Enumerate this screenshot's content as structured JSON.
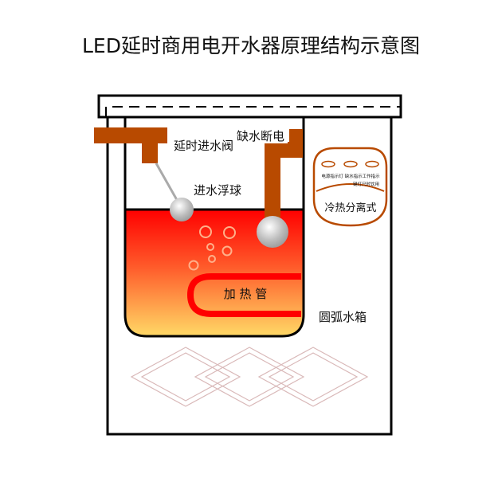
{
  "title": "LED延时商用电开水器原理结构示意图",
  "labels": {
    "delay_valve": "延时进水阀",
    "low_water_cutoff": "缺水断电",
    "float_ball": "进水浮球",
    "heater": "加 热 管",
    "tank": "圆弧水箱"
  },
  "panel": {
    "indicators_line1": "电源指示灯 缺水指示工作指示",
    "indicators_line2": "键灯只时饮用",
    "type": "冷热分离式"
  },
  "colors": {
    "pipe": "#b84a00",
    "water_top": "#ff0000",
    "water_bottom": "#ffd966",
    "heater": "#ff0000",
    "decor": "#d9b8b8"
  }
}
